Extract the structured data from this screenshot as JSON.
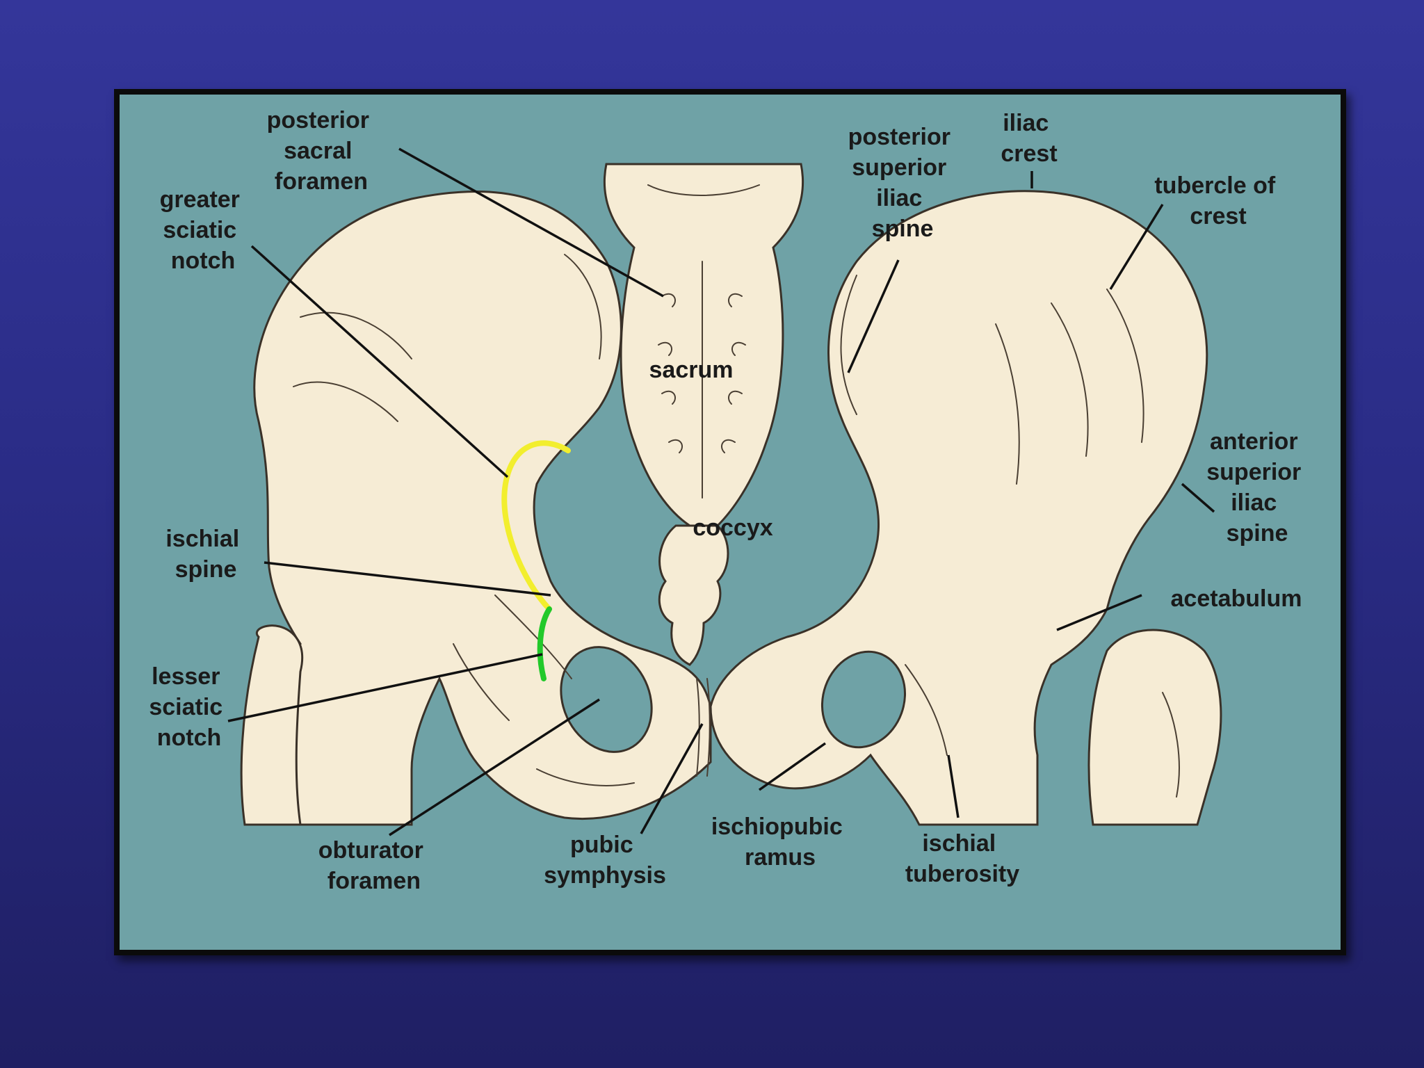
{
  "diagram": {
    "labels": {
      "posterior_sacral_foramen": [
        "posterior",
        "sacral",
        "foramen"
      ],
      "greater_sciatic_notch": [
        "greater",
        "sciatic",
        "notch"
      ],
      "posterior_superior_iliac_spine": [
        "posterior",
        "superior",
        "iliac",
        "spine"
      ],
      "iliac_crest": [
        "iliac",
        "crest"
      ],
      "tubercle_of_crest": [
        "tubercle of",
        "crest"
      ],
      "sacrum": "sacrum",
      "coccyx": "coccyx",
      "anterior_superior_iliac_spine": [
        "anterior",
        "superior",
        "iliac",
        "spine"
      ],
      "ischial_spine": [
        "ischial",
        "spine"
      ],
      "acetabulum": "acetabulum",
      "lesser_sciatic_notch": [
        "lesser",
        "sciatic",
        "notch"
      ],
      "obturator_foramen": [
        "obturator",
        "foramen"
      ],
      "pubic_symphysis": [
        "pubic",
        "symphysis"
      ],
      "ischiopubic_ramus": [
        "ischiopubic",
        "ramus"
      ],
      "ischial_tuberosity": [
        "ischial",
        "tuberosity"
      ]
    },
    "colors": {
      "background_top": "#34369a",
      "background_bottom": "#1f1f63",
      "panel": "#6fa2a6",
      "bone": "#f6ecd5",
      "greater_notch_highlight": "#f2ee2e",
      "lesser_notch_highlight": "#22c92a"
    }
  }
}
